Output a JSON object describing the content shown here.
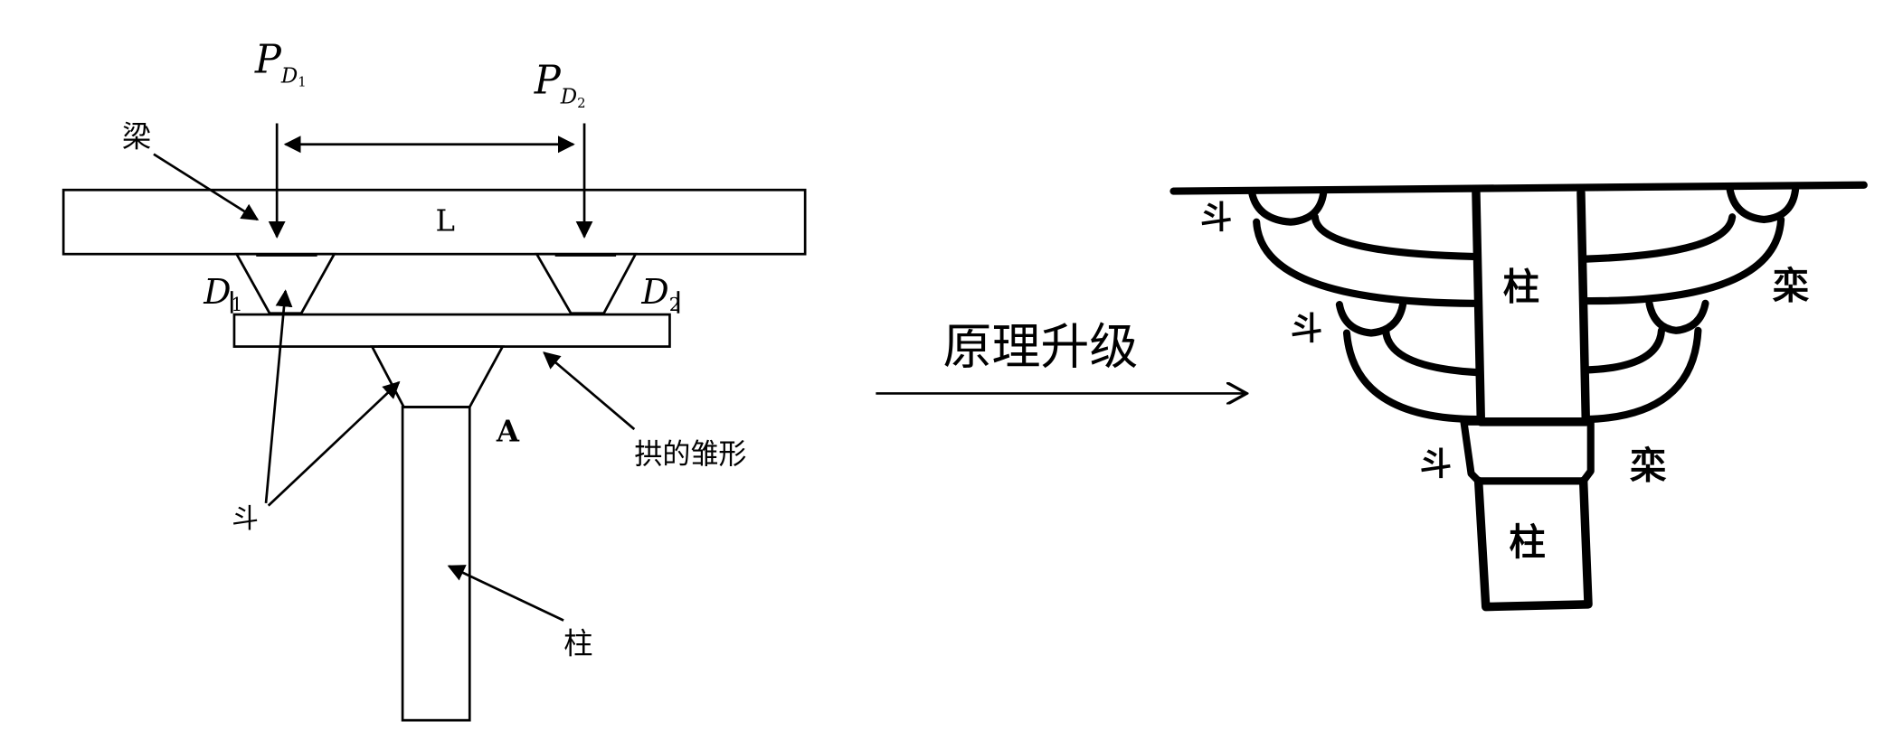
{
  "left_diagram": {
    "load_1": {
      "symbol": "P",
      "subscript": "D",
      "index": "1"
    },
    "load_2": {
      "symbol": "P",
      "subscript": "D",
      "index": "2"
    },
    "beam_label": "梁",
    "span_label": "L",
    "block_1": {
      "symbol": "D",
      "index": "1"
    },
    "block_2": {
      "symbol": "D",
      "index": "2"
    },
    "point_label": "A",
    "arch_label": "拱的雏形",
    "dou_label": "斗",
    "column_label": "柱"
  },
  "arrow_label": "原理升级",
  "right_diagram": {
    "dou_top": "斗",
    "dou_middle": "斗",
    "dou_bottom": "斗",
    "column_upper": "柱",
    "column_lower": "柱",
    "luan_upper": "栾",
    "luan_lower": "栾"
  }
}
